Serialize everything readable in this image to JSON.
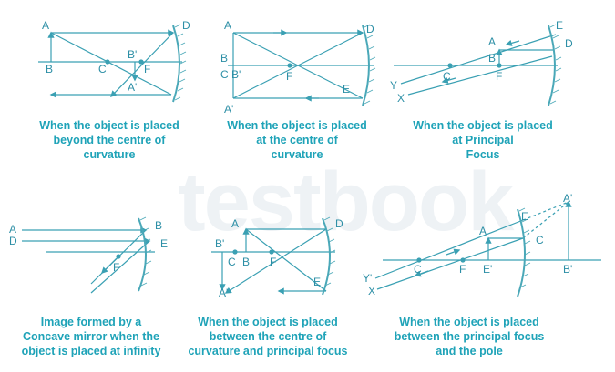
{
  "colors": {
    "line": "#3aa0b3",
    "label": "#2d8fa6",
    "caption": "#1fa3b8",
    "mirror": "#4aa8b8",
    "watermark": "#eef2f5"
  },
  "watermark": "testbook",
  "panels": [
    {
      "id": "beyond-c",
      "caption": [
        "When the object is placed",
        "beyond the centre of",
        "curvature"
      ],
      "labels": {
        "A": "A",
        "B": "B",
        "C": "C",
        "B2": "B'",
        "F": "F",
        "A2": "A'",
        "D": "D"
      }
    },
    {
      "id": "at-c",
      "caption": [
        "When the object is placed",
        "at the centre of",
        "curvature"
      ],
      "labels": {
        "A": "A",
        "D": "D",
        "B": "B",
        "CB": "C B'",
        "F": "F",
        "E": "E",
        "A2": "A'"
      }
    },
    {
      "id": "at-f",
      "caption": [
        "When the object is placed",
        "at Principal",
        "Focus"
      ],
      "labels": {
        "E": "E",
        "A": "A",
        "D": "D",
        "B": "B",
        "C": "C",
        "F": "F",
        "Y": "Y",
        "X": "X"
      }
    },
    {
      "id": "infinity",
      "caption": [
        "Image formed by a",
        "Concave mirror when the",
        "object is placed at infinity"
      ],
      "labels": {
        "A": "A",
        "D": "D",
        "B": "B",
        "E": "E",
        "F": "F"
      }
    },
    {
      "id": "between-c-f",
      "caption": [
        "When the object is placed",
        "between the centre of",
        "curvature and principal focus"
      ],
      "labels": {
        "A": "A",
        "D": "D",
        "B2": "B'",
        "C": "C",
        "B": "B",
        "F": "F",
        "A2": "A'",
        "E": "E"
      }
    },
    {
      "id": "between-f-p",
      "caption": [
        "When the object is placed",
        "between the principal focus",
        "and the pole"
      ],
      "labels": {
        "A2": "A'",
        "E": "E",
        "A": "A",
        "C": "C",
        "Y2": "Y'",
        "X": "X",
        "Cc": "C",
        "F": "F",
        "E2": "E'",
        "B2": "B'"
      }
    }
  ]
}
